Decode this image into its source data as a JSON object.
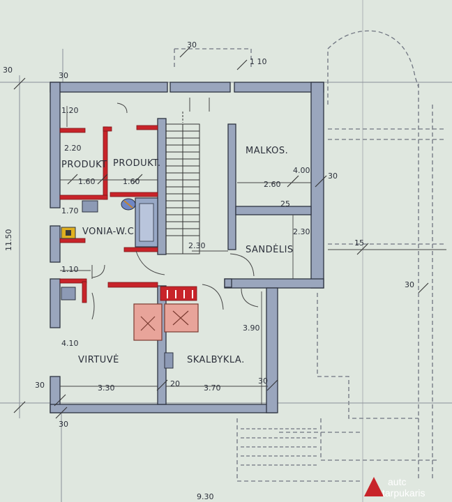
{
  "plan": {
    "rooms": {
      "produkt_left": "PRODUKT",
      "produkt_right": "PRODUKT.",
      "malkos": "MALKOS.",
      "vonia": "VONIA-W.C",
      "sandelis": "SANDĖLIS",
      "virtuve": "VIRTUVĖ",
      "skalbykla": "SKALBYKLA."
    },
    "dims": {
      "top_30_left": "30",
      "top_30_stair": "30",
      "top_110": "1 10",
      "d_120": "1.20",
      "d_220": "2.20",
      "d_160a": "1.60",
      "d_160b": "1.60",
      "d_400": "4.00",
      "d_260": "2.60",
      "d_30_right": "30",
      "d_25": "25",
      "d_230_vert": "2.30",
      "d_170": "1.70",
      "d_230_horiz": "2.30",
      "d_15": "15",
      "d_110": "1.10",
      "d_30_far": "30",
      "d_390": "3.90",
      "d_410": "4.10",
      "d_1150": "11.50",
      "d_30_bl": "30",
      "d_330": "3.30",
      "d_20": "20",
      "d_370": "3.70",
      "d_30_br": "30",
      "d_30_bottom": "30",
      "d_930": "9.30",
      "d_30_corner": "30"
    },
    "watermark": {
      "line1": "autc",
      "line2": "tarpukaris"
    }
  }
}
